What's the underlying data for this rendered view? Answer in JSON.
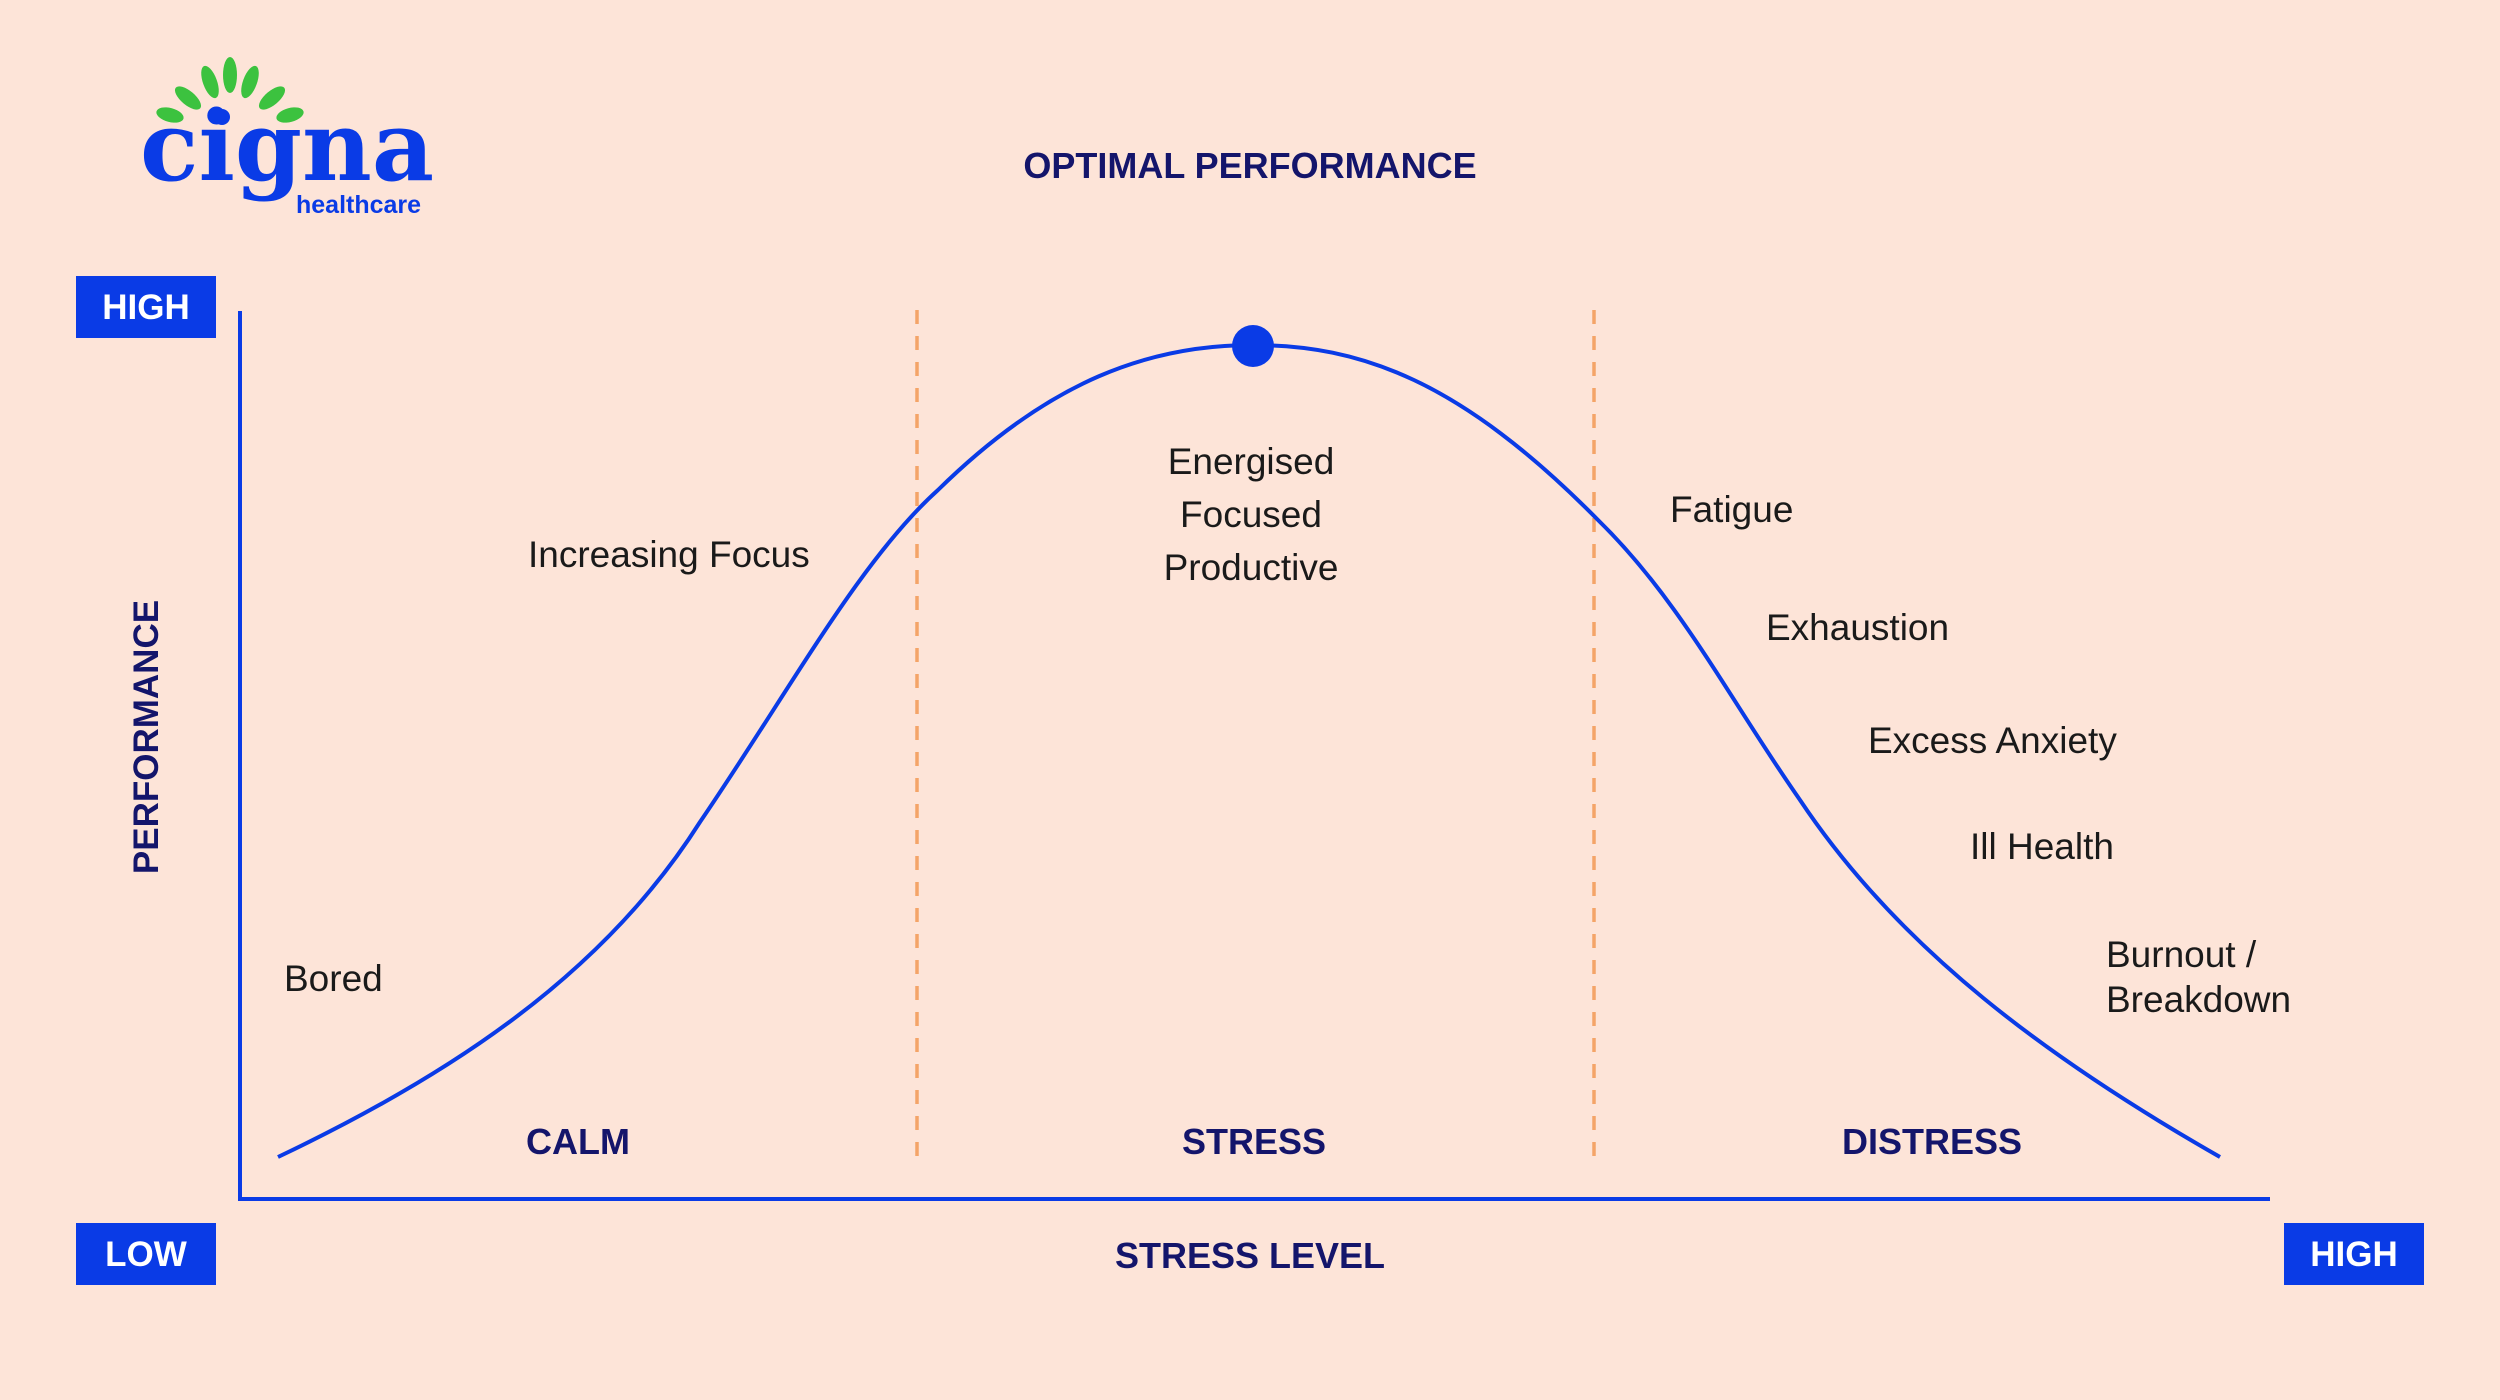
{
  "logo": {
    "wordmark": "cigna",
    "subtext": "healthcare"
  },
  "title": "OPTIMAL PERFORMANCE",
  "axes": {
    "y_label": "PERFORMANCE",
    "x_label": "STRESS LEVEL",
    "y_high": "HIGH",
    "x_low": "LOW",
    "x_high": "HIGH"
  },
  "zones": {
    "calm": "CALM",
    "stress": "STRESS",
    "distress": "DISTRESS"
  },
  "states": {
    "bored": "Bored",
    "increasing_focus": "Increasing Focus",
    "energised": "Energised",
    "focused": "Focused",
    "productive": "Productive",
    "fatigue": "Fatigue",
    "exhaustion": "Exhaustion",
    "excess_anxiety": "Excess Anxiety",
    "ill_health": "Ill Health",
    "burnout_line1": "Burnout /",
    "burnout_line2": "Breakdown"
  },
  "colors": {
    "background": "#FDE4D8",
    "brand_blue": "#0A3BE6",
    "navy_text": "#14156B",
    "divider_orange": "#F4A468",
    "leaf_green": "#3CC23F"
  }
}
